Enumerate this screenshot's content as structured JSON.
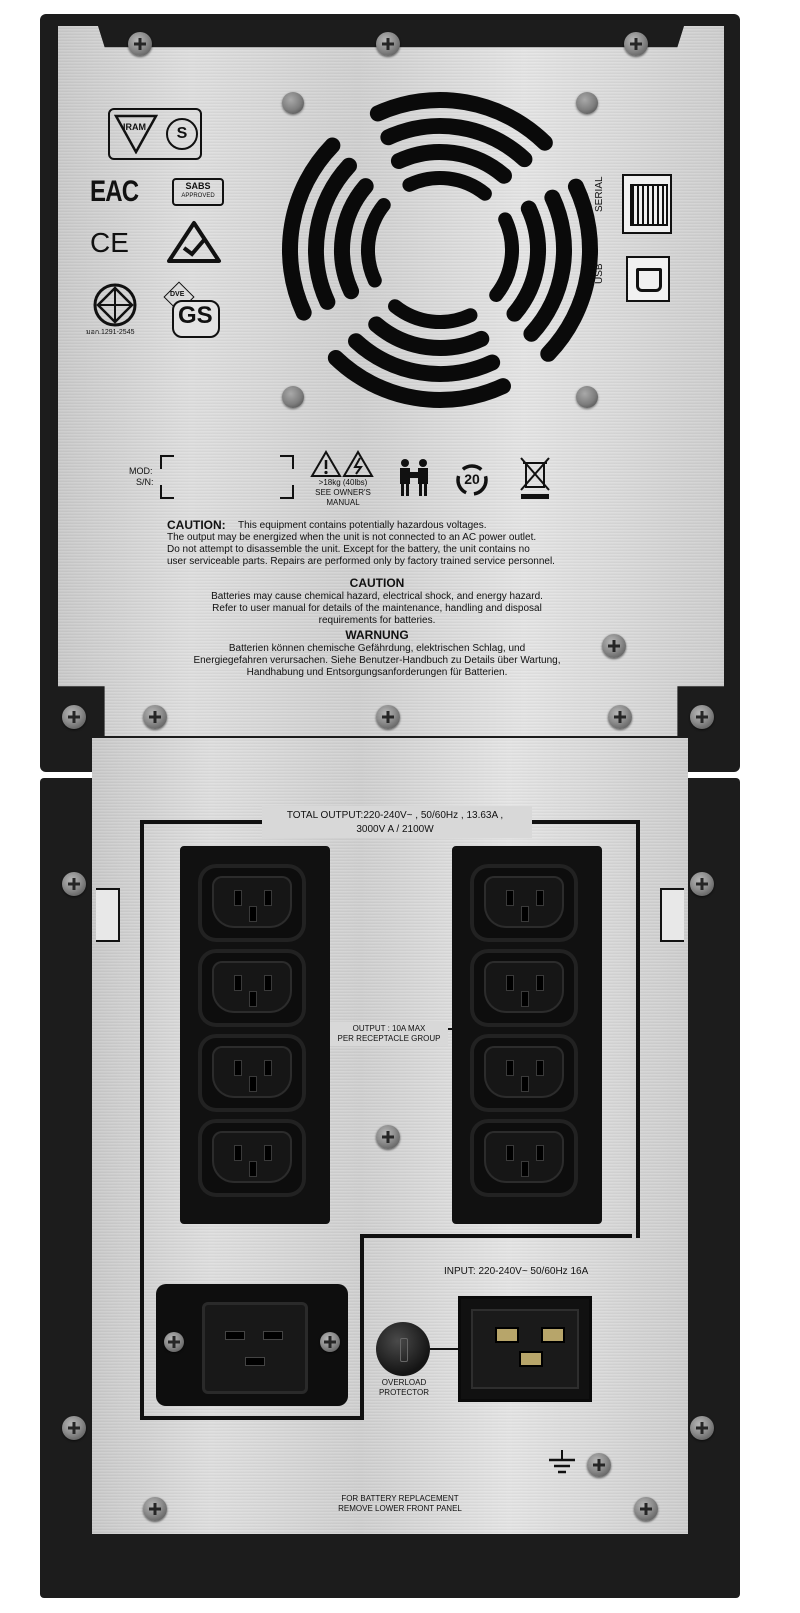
{
  "image": {
    "subject": "UPS rear panel",
    "colors": {
      "casing": "#1c1c1c",
      "plate": "#d6d6d6",
      "outlets": "#0d0d0d",
      "text": "#111111"
    }
  },
  "ports": {
    "serial_label": "SERIAL",
    "usb_label": "USB"
  },
  "certifications": {
    "eac": "EAC",
    "ce": "CE",
    "sabs_top": "SABS",
    "sabs_bottom": "APPROVED",
    "tisi": "มอก.1291-2545",
    "gs": "GS",
    "dve": "DVE",
    "iram": "IRAM"
  },
  "labels": {
    "mod": "MOD:",
    "sn": "S/N:",
    "weight_line1": ">18kg (40lbs)",
    "weight_line2": "SEE OWNER'S",
    "weight_line3": "MANUAL",
    "recycle_years": "20"
  },
  "caution_main": {
    "heading": "CAUTION:",
    "line1": "This equipment contains potentially hazardous voltages.",
    "line2": "The output may be energized  when the unit is not connected to an AC power outlet.",
    "line3": "Do not attempt to disassemble the unit. Except for the battery, the unit contains no",
    "line4": "user serviceable parts. Repairs are performed only by factory trained service personnel."
  },
  "caution_battery": {
    "heading": "CAUTION",
    "line1": "Batteries may cause chemical hazard, electrical shock, and energy hazard.",
    "line2": "Refer to user manual for details of the maintenance, handling and disposal",
    "line3": "requirements for batteries."
  },
  "warnung": {
    "heading": "WARNUNG",
    "line1": "Batterien können chemische Gefährdung, elektrischen Schlag, und",
    "line2": "Energiegefahren verursachen. Siehe Benutzer-Handbuch zu Details über Wartung,",
    "line3": "Handhabung und Entsorgungsanforderungen für Batterien."
  },
  "output": {
    "total_line1": "TOTAL OUTPUT:220-240V~ , 50/60Hz , 13.63A ,",
    "total_line2": "3000V A  / 2100W",
    "group_line1": "OUTPUT : 10A MAX",
    "group_line2": "PER RECEPTACLE GROUP"
  },
  "input": {
    "label": "INPUT: 220-240V~ 50/60Hz  16A"
  },
  "overload": {
    "line1": "OVERLOAD",
    "line2": "PROTECTOR"
  },
  "battery_note": {
    "line1": "FOR BATTERY REPLACEMENT",
    "line2": "REMOVE LOWER FRONT PANEL"
  }
}
